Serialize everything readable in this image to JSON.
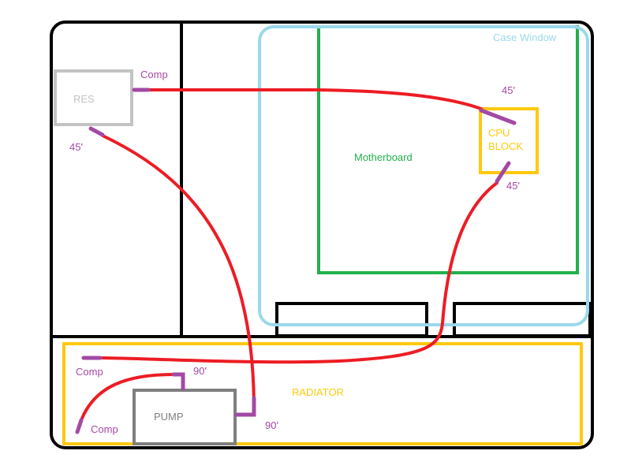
{
  "colors": {
    "case": "#000000",
    "window": "#99d9ea",
    "motherboard": "#22b14c",
    "cpu": "#ffc90e",
    "radiator": "#ffc90e",
    "reservoir": "#c3c3c3",
    "pump": "#7f7f7f",
    "tube": "#ed1c24",
    "fitting": "#a349a4"
  },
  "labels": {
    "case_window": "Case Window",
    "motherboard": "Motherboard",
    "cpu_block_line1": "CPU",
    "cpu_block_line2": "BLOCK",
    "res": "RES",
    "radiator": "RADIATOR",
    "pump": "PUMP"
  },
  "fittings": {
    "res_out": "Comp",
    "cpu_in": "45'",
    "cpu_out": "45'",
    "res_bottom": "45'",
    "rad_in": "Comp",
    "rad_out": "Comp",
    "pump_top": "90'",
    "pump_side": "90'"
  }
}
